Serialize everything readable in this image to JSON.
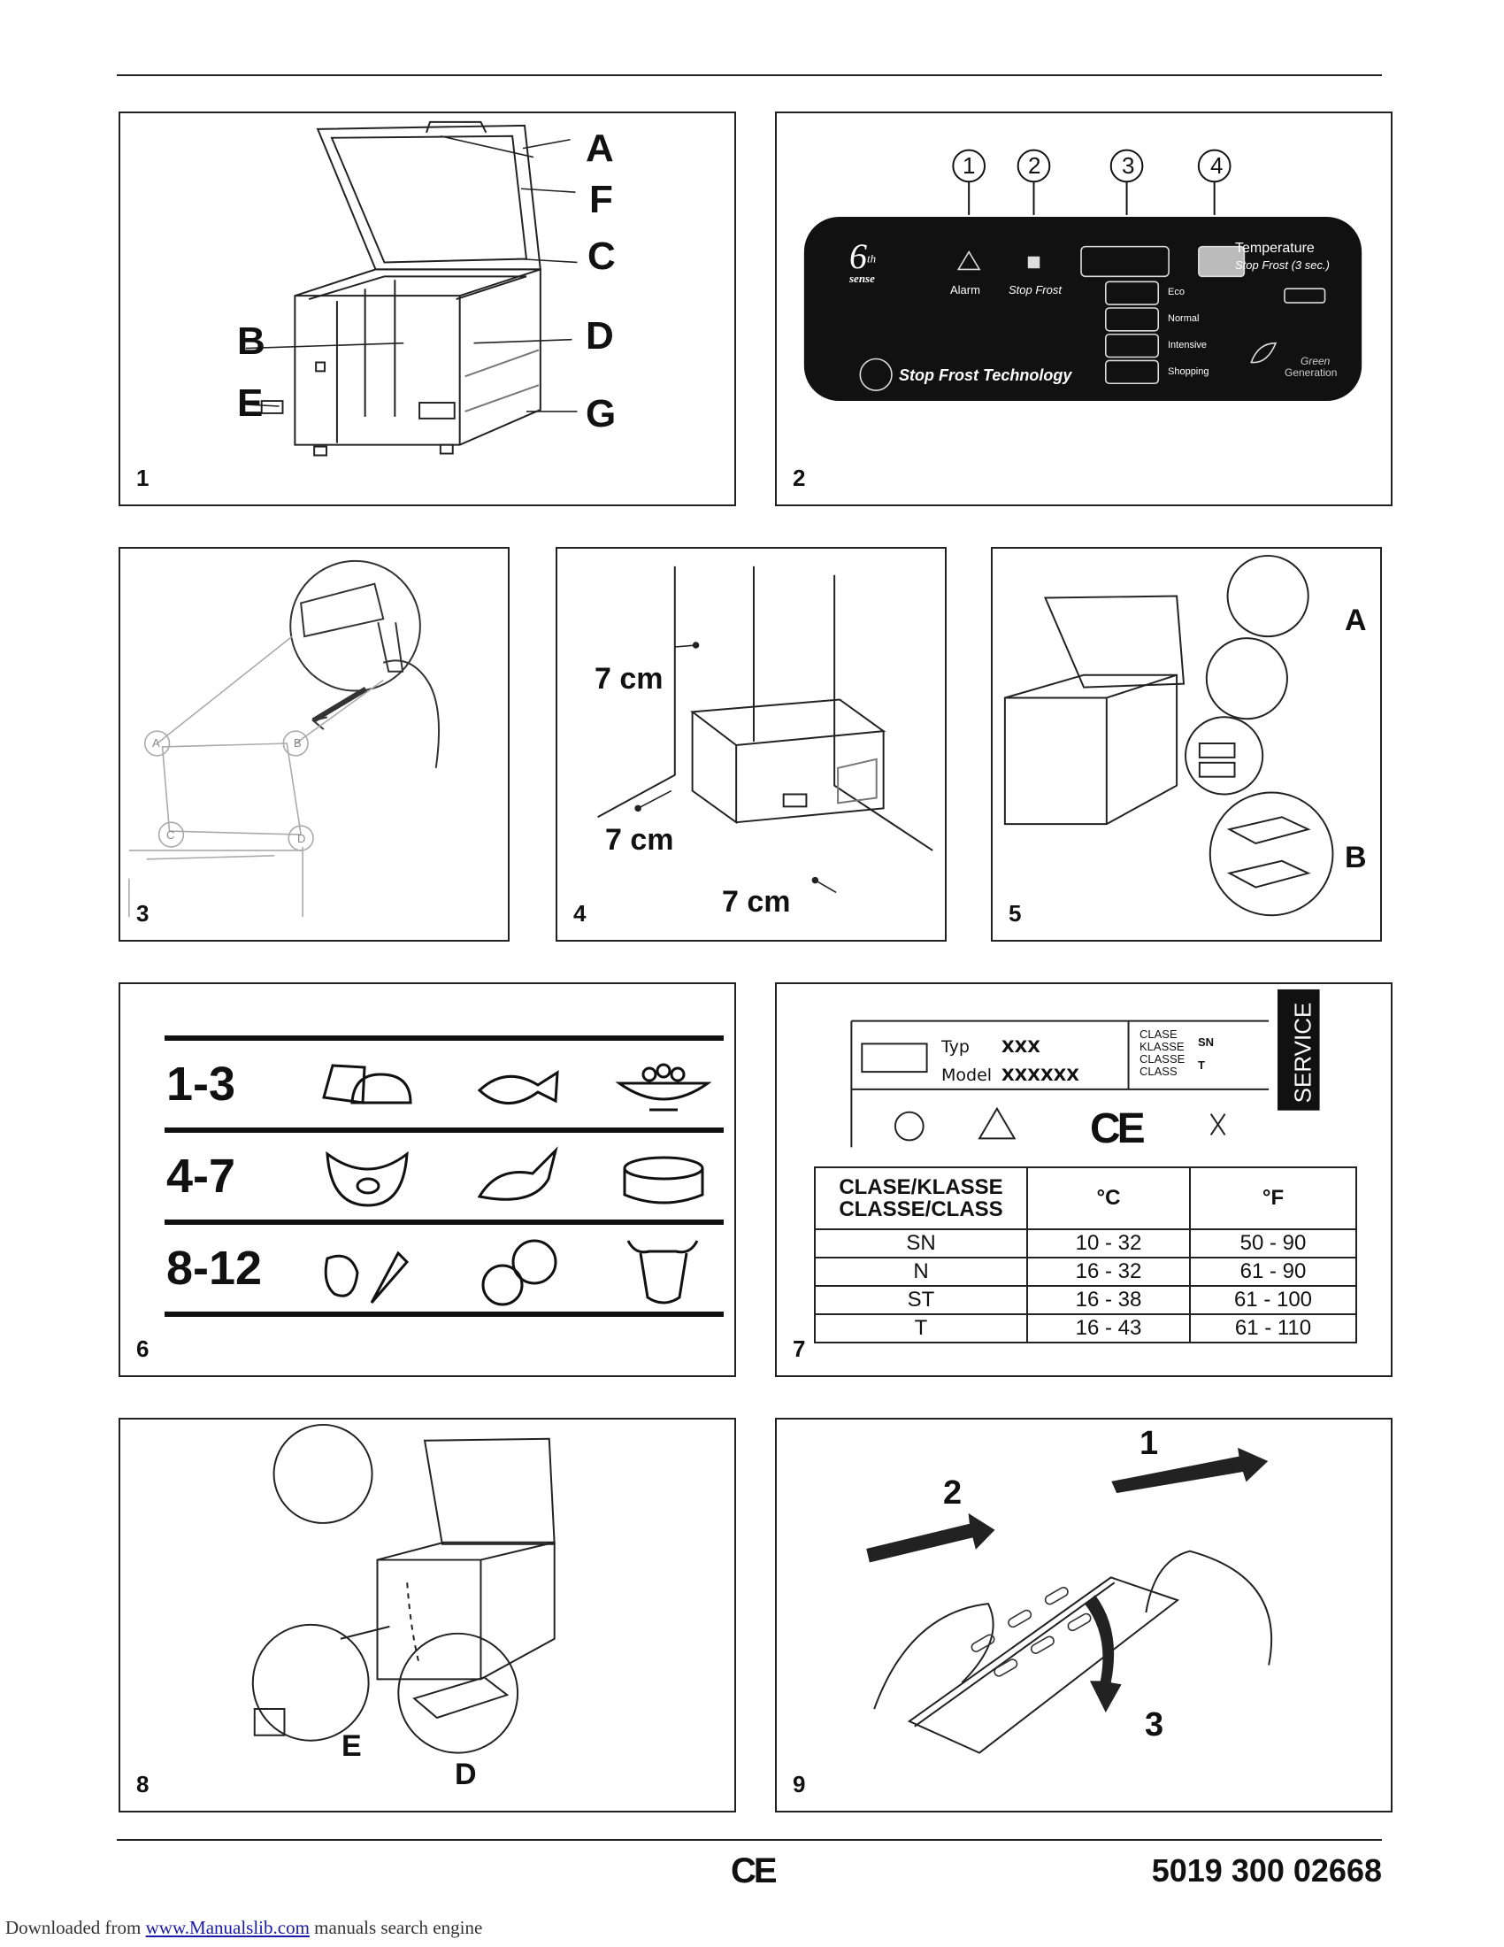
{
  "panels": [
    {
      "number": "1",
      "labels": [
        "A",
        "F",
        "C",
        "B",
        "D",
        "E",
        "G"
      ]
    },
    {
      "number": "2"
    },
    {
      "number": "3",
      "labels": [
        "A",
        "B",
        "C",
        "D"
      ]
    },
    {
      "number": "4"
    },
    {
      "number": "5",
      "labels": [
        "A",
        "B"
      ]
    },
    {
      "number": "6"
    },
    {
      "number": "7"
    },
    {
      "number": "8",
      "labels": [
        "E",
        "D"
      ]
    },
    {
      "number": "9",
      "labels": [
        "1",
        "2",
        "3"
      ]
    }
  ],
  "control_panel": {
    "callouts": [
      "1",
      "2",
      "3",
      "4"
    ],
    "brand_top": "6",
    "brand_sup": "th",
    "brand_sub": "sense",
    "alarm": "Alarm",
    "stop_frost": "Stop Frost",
    "temperature": "Temperature",
    "temperature_sub": "Stop Frost (3 sec.)",
    "modes": [
      "Eco",
      "Normal",
      "Intensive",
      "Shopping"
    ],
    "technology": "Stop Frost Technology",
    "green": "Green",
    "generation": "Generation"
  },
  "clearance": {
    "value": "7 cm"
  },
  "storage": {
    "rows": [
      {
        "months": "1-3",
        "icons": [
          "cheese-bread-icon",
          "fish-icon",
          "fruit-bowl-icon"
        ]
      },
      {
        "months": "4-7",
        "icons": [
          "pig-icon",
          "poultry-icon",
          "cake-icon"
        ]
      },
      {
        "months": "8-12",
        "icons": [
          "vegetables-icon",
          "fruit-icon",
          "cow-icon"
        ]
      }
    ]
  },
  "rating_plate": {
    "typ_label": "Typ",
    "typ_value": "XXX",
    "model_label": "Model",
    "model_value": "XXXXXX",
    "class_labels": [
      "CLASE",
      "KLASSE",
      "CLASSE",
      "CLASS"
    ],
    "class_values": [
      "SN",
      "T"
    ],
    "service": "SERVICE",
    "ce": "CE"
  },
  "climate_table": {
    "headers": [
      "CLASE/KLASSE\nCLASSE/CLASS",
      "°C",
      "°F"
    ],
    "header_lines": [
      "CLASE/KLASSE",
      "CLASSE/CLASS"
    ],
    "rows": [
      [
        "SN",
        "10 - 32",
        "50 - 90"
      ],
      [
        "N",
        "16 - 32",
        "61 - 90"
      ],
      [
        "ST",
        "16 - 38",
        "61 - 100"
      ],
      [
        "T",
        "16 - 43",
        "61 - 110"
      ]
    ]
  },
  "footer": {
    "ce": "CE",
    "code": "5019 300 02668",
    "downloaded_prefix": "Downloaded from",
    "link": "www.Manualslib.com",
    "suffix": "manuals search engine"
  }
}
